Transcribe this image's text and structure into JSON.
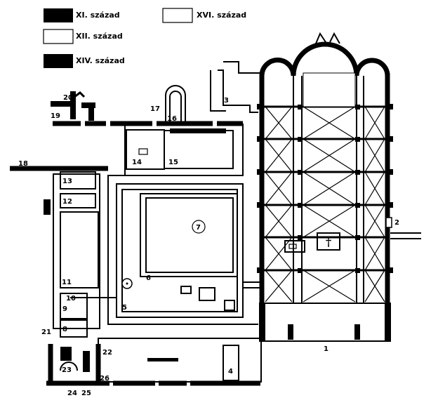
{
  "legend": {
    "items": [
      {
        "label": "XI. század",
        "swatch": "filled"
      },
      {
        "label": "XII. század",
        "swatch": "outline"
      },
      {
        "label": "XIV. század",
        "swatch": "filled"
      },
      {
        "label": "XVI. század",
        "swatch": "outline"
      }
    ]
  },
  "plan": {
    "cross_symbol": "†",
    "room_labels": [
      "1",
      "2",
      "3",
      "4",
      "5",
      "6",
      "7",
      "8",
      "9",
      "10",
      "11",
      "12",
      "13",
      "14",
      "15",
      "16",
      "17",
      "18",
      "19",
      "20",
      "21",
      "22",
      "23",
      "24",
      "25",
      "26"
    ]
  }
}
